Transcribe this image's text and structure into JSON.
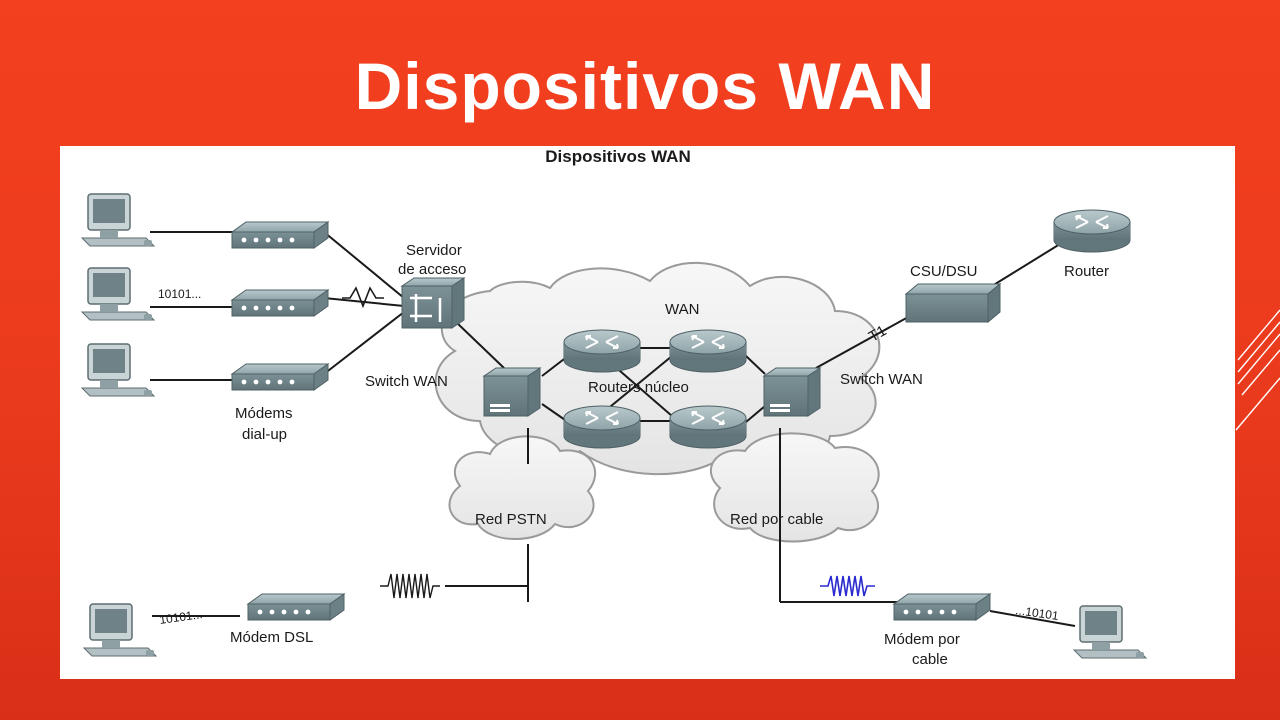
{
  "slide_title": "Dispositivos WAN",
  "diagram": {
    "title": "Dispositivos WAN",
    "labels": {
      "access_server": [
        "Servidor",
        "de acceso"
      ],
      "wan_cloud": "WAN",
      "core_routers": "Routers núcleo",
      "switch_left": "Switch WAN",
      "switch_right": "Switch WAN",
      "dialup_modems": [
        "Módems",
        "dial-up"
      ],
      "pstn": "Red PSTN",
      "cable_net": "Red por cable",
      "dsl_modem": "Módem DSL",
      "cable_modem": [
        "Módem por",
        "cable"
      ],
      "csu_dsu": "CSU/DSU",
      "router": "Router",
      "t1": "T1",
      "bits_dialup": "10101...",
      "bits_dsl": "10101...",
      "bits_cable": "...10101"
    }
  },
  "colors": {
    "background": "#ee3b1e",
    "panel": "#ffffff",
    "device": "#8aa0a4",
    "cable_signal": "#2b2bd0"
  }
}
